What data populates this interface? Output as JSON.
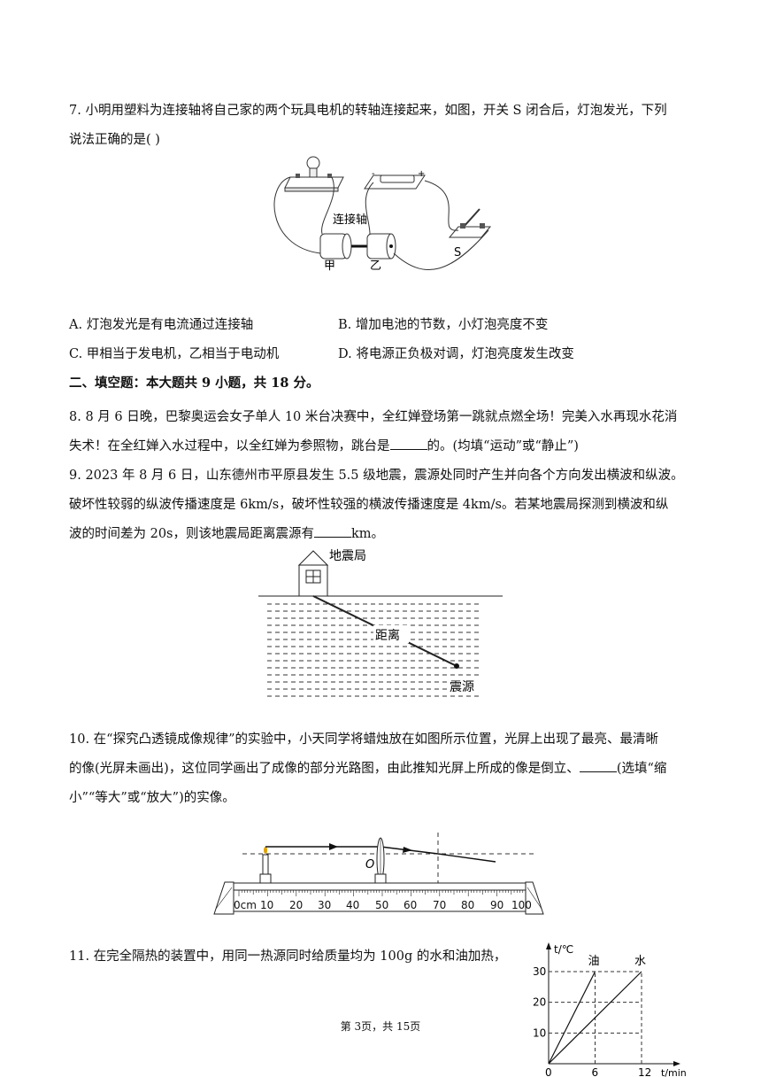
{
  "q7": {
    "line1": "7. 小明用塑料为连接轴将自己家的两个玩具电机的转轴连接起来，如图，开关 S 闭合后，灯泡发光，下列",
    "line2": "说法正确的是(    )",
    "figure": {
      "axis_label": "连接轴",
      "motor_a": "甲",
      "motor_b": "乙",
      "switch": "S",
      "minus": "-",
      "plus": "+"
    },
    "options": {
      "A": "A. 灯泡发光是有电流通过连接轴",
      "B": "B. 增加电池的节数，小灯泡亮度不变",
      "C": "C. 甲相当于发电机，乙相当于电动机",
      "D": "D. 将电源正负极对调，灯泡亮度发生改变"
    }
  },
  "section2": {
    "title": "二、填空题：本大题共 9 小题，共 18 分。"
  },
  "q8": {
    "line1": "8. 8 月 6 日晚，巴黎奥运会女子单人 10 米台决赛中，全红婵登场第一跳就点燃全场！完美入水再现水花消",
    "line2a": "失术！在全红婵入水过程中，以全红婵为参照物，跳台是",
    "line2b": "的。(均填“运动”或“静止”)"
  },
  "q9": {
    "line1": "9. 2023 年 8 月 6 日，山东德州市平原县发生 5.5 级地震，震源处同时产生并向各个方向发出横波和纵波。",
    "line2": "破坏性较弱的纵波传播速度是 6km/s，破坏性较强的横波传播速度是 4km/s。若某地震局探测到横波和纵",
    "line3a": "波的时间差为 20s，则该地震局距离震源有",
    "line3b": "km。",
    "figure": {
      "station": "地震局",
      "distance": "距离",
      "source": "震源"
    }
  },
  "q10": {
    "line1": "10. 在“探究凸透镜成像规律”的实验中，小天同学将蜡烛放在如图所示位置，光屏上出现了最亮、最清晰",
    "line2a": "的像(光屏未画出)，这位同学画出了成像的部分光路图，由此推知光屏上所成的像是倒立、",
    "line2b": "(选填“缩",
    "line3": "小”“等大”或“放大”)的实像。",
    "figure": {
      "lens_label": "O",
      "ticks": [
        "0cm",
        "10",
        "20",
        "30",
        "40",
        "50",
        "60",
        "70",
        "80",
        "90",
        "100"
      ]
    }
  },
  "q11": {
    "line1": "11. 在完全隔热的装置中，用同一热源同时给质量均为 100g 的水和油加热，"
  },
  "chart_data": {
    "type": "line",
    "title": "",
    "xlabel": "t/min",
    "ylabel": "t/℃",
    "x_ticks": [
      "0",
      "6",
      "12"
    ],
    "y_ticks": [
      "10",
      "20",
      "30"
    ],
    "xlim": [
      0,
      12
    ],
    "ylim": [
      0,
      30
    ],
    "grid": true,
    "series": [
      {
        "name": "油",
        "x": [
          0,
          6
        ],
        "y": [
          0,
          30
        ]
      },
      {
        "name": "水",
        "x": [
          0,
          12
        ],
        "y": [
          0,
          30
        ]
      }
    ]
  },
  "footer": {
    "page": "第 3页，共 15页"
  }
}
